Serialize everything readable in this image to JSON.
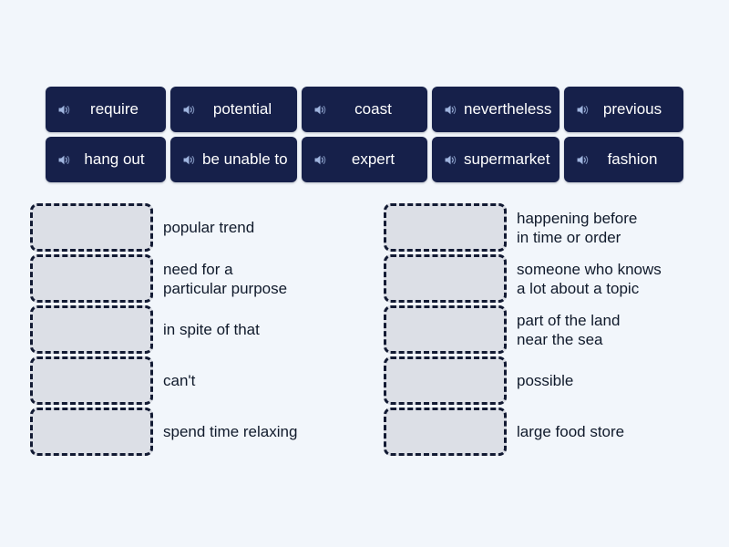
{
  "activity": {
    "type": "match-up",
    "background_color": "#f2f6fb",
    "tile_color": "#16204a",
    "tile_text_color": "#ffffff",
    "dropzone_fill": "#dcdfe6",
    "dropzone_border": "#121a33",
    "definition_text_color": "#101a2b"
  },
  "tiles": [
    {
      "label": "require",
      "icon": "speaker-icon",
      "width_class": "w-require"
    },
    {
      "label": "potential",
      "icon": "speaker-icon",
      "width_class": "w-potential"
    },
    {
      "label": "coast",
      "icon": "speaker-icon",
      "width_class": "w-coast"
    },
    {
      "label": "nevertheless",
      "icon": "speaker-icon",
      "width_class": "w-nevertheless"
    },
    {
      "label": "previous",
      "icon": "speaker-icon",
      "width_class": "w-previous"
    },
    {
      "label": "hang out",
      "icon": "speaker-icon",
      "width_class": "w-hangout"
    },
    {
      "label": "be unable to",
      "icon": "speaker-icon",
      "width_class": "w-beunableto"
    },
    {
      "label": "expert",
      "icon": "speaker-icon",
      "width_class": "w-expert"
    },
    {
      "label": "supermarket",
      "icon": "speaker-icon",
      "width_class": "w-supermarket"
    },
    {
      "label": "fashion",
      "icon": "speaker-icon",
      "width_class": "w-fashion"
    }
  ],
  "left_column": [
    {
      "dropzone_value": "",
      "definition": "popular trend"
    },
    {
      "dropzone_value": "",
      "definition": "need for a\nparticular purpose"
    },
    {
      "dropzone_value": "",
      "definition": "in spite of that"
    },
    {
      "dropzone_value": "",
      "definition": "can't"
    },
    {
      "dropzone_value": "",
      "definition": "spend time relaxing"
    }
  ],
  "right_column": [
    {
      "dropzone_value": "",
      "definition": "happening before\nin time or order"
    },
    {
      "dropzone_value": "",
      "definition": "someone who knows\na lot about a topic"
    },
    {
      "dropzone_value": "",
      "definition": "part of the land\nnear the sea"
    },
    {
      "dropzone_value": "",
      "definition": "possible"
    },
    {
      "dropzone_value": "",
      "definition": "large food store"
    }
  ]
}
